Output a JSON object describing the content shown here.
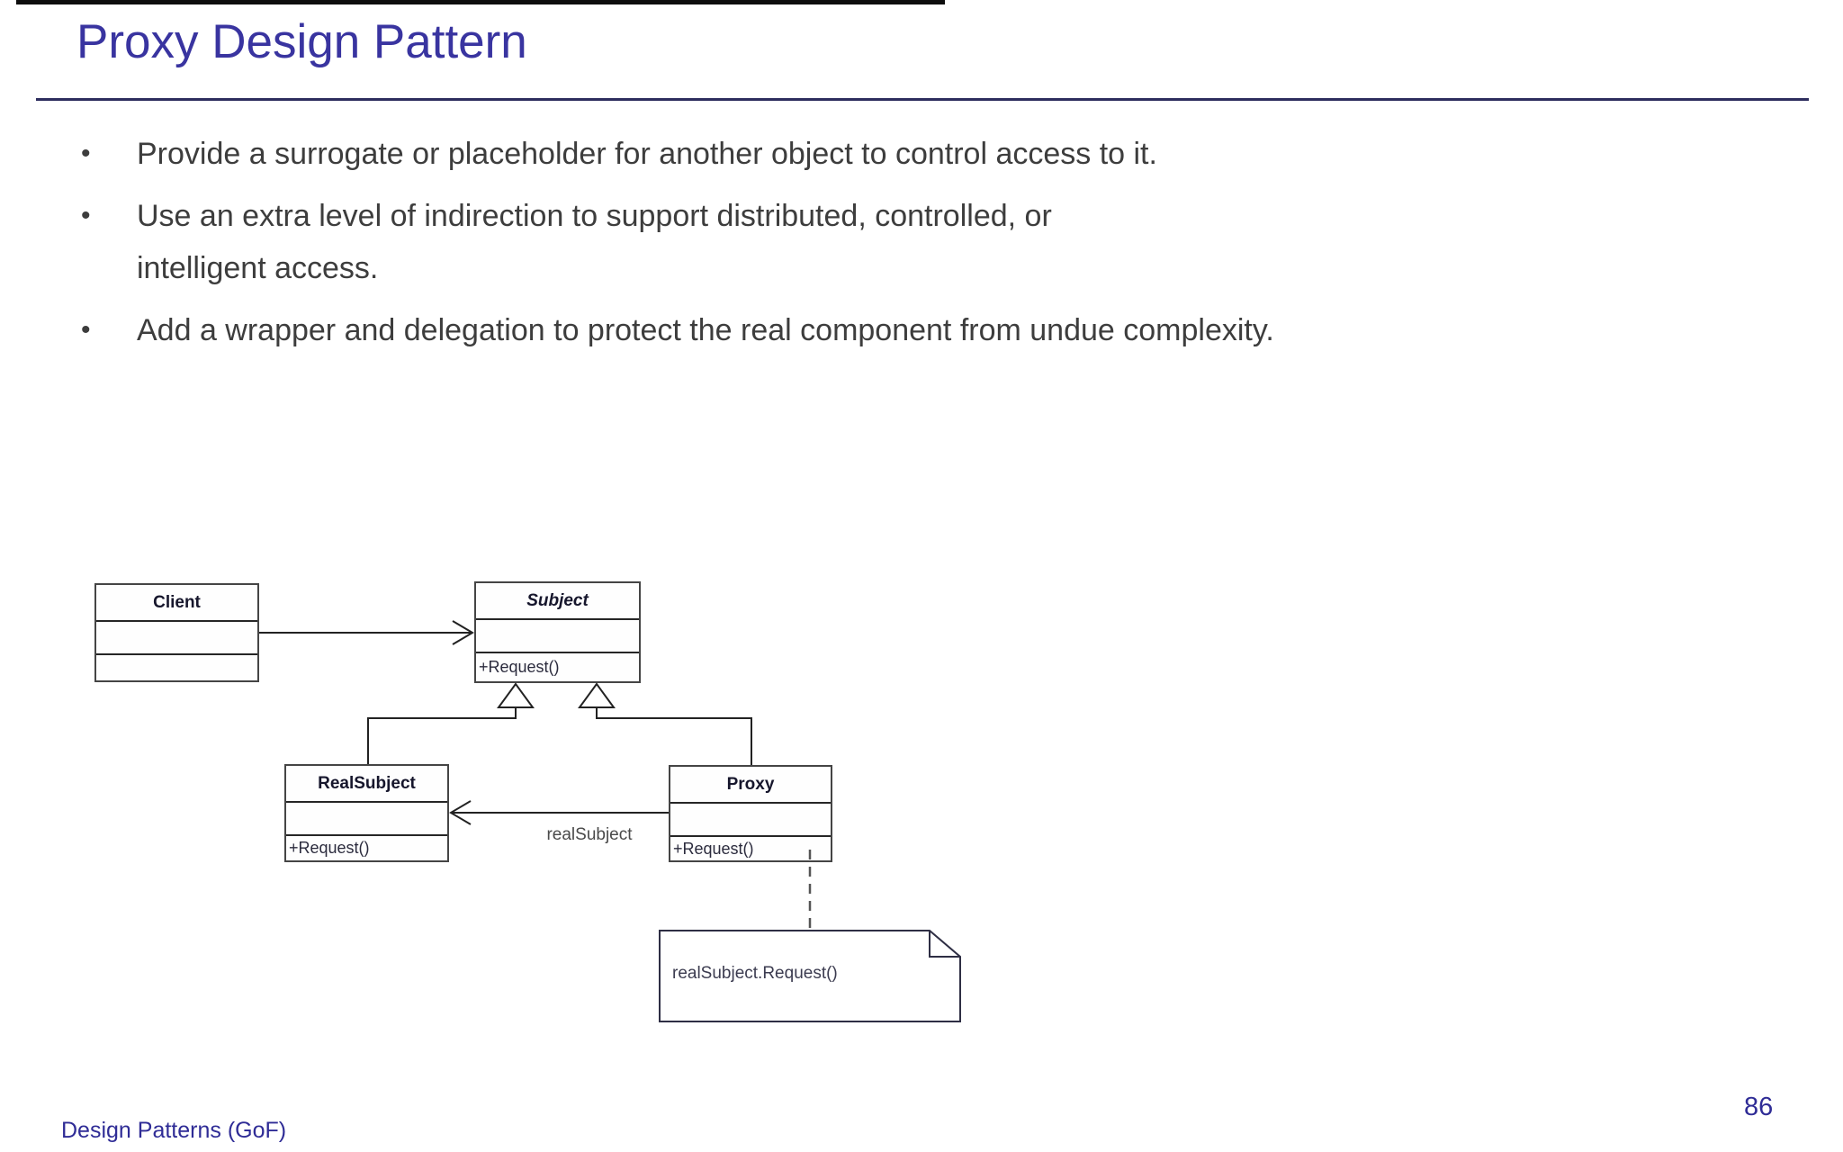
{
  "slide": {
    "title": "Proxy Design Pattern",
    "bullets": [
      {
        "text": "Provide a surrogate or placeholder for another object to control access to it."
      },
      {
        "text": "Use an extra level of indirection to support distributed, controlled, or\nintelligent access."
      },
      {
        "text": "Add a wrapper and delegation to protect the real component from undue complexity."
      }
    ],
    "footer": "Design Patterns (GoF)",
    "page_number": "86"
  },
  "diagram": {
    "type": "uml-class-diagram",
    "classes": [
      {
        "name": "Client",
        "stereotype": "concrete",
        "methods": []
      },
      {
        "name": "Subject",
        "stereotype": "abstract",
        "methods": [
          "+Request()"
        ]
      },
      {
        "name": "RealSubject",
        "stereotype": "concrete",
        "methods": [
          "+Request()"
        ]
      },
      {
        "name": "Proxy",
        "stereotype": "concrete",
        "methods": [
          "+Request()"
        ]
      }
    ],
    "relationships": [
      {
        "from": "Client",
        "to": "Subject",
        "type": "association"
      },
      {
        "from": "RealSubject",
        "to": "Subject",
        "type": "generalization"
      },
      {
        "from": "Proxy",
        "to": "Subject",
        "type": "generalization"
      },
      {
        "from": "Proxy",
        "to": "RealSubject",
        "type": "association",
        "label": "realSubject"
      }
    ],
    "association_label": "realSubject",
    "note": {
      "text": "realSubject.Request()",
      "attached_to": "Proxy.+Request()"
    }
  },
  "colors": {
    "accent_title": "#3934a0",
    "rule": "#2d2d5e",
    "body_text": "#3d3d3d",
    "footer_text": "#2f2c96",
    "diagram_stroke": "#2b2b2b"
  }
}
